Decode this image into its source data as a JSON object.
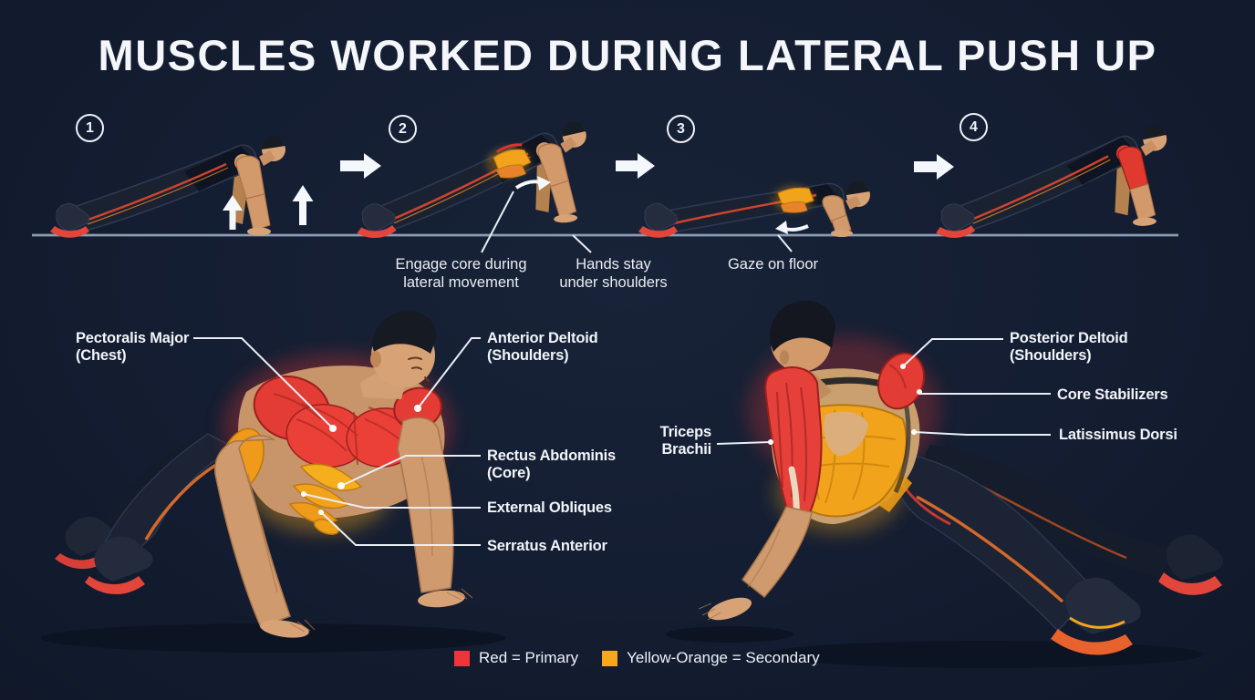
{
  "title": "MUSCLES WORKED DURING LATERAL PUSH UP",
  "steps": {
    "items": [
      {
        "number": "1",
        "figure": "plank-high-position-pressing-up"
      },
      {
        "number": "2",
        "figure": "plank-core-engaged-lateral-shift-right"
      },
      {
        "number": "3",
        "figure": "pushup-low-position-lateral-shift-left"
      },
      {
        "number": "4",
        "figure": "plank-high-position-arm-loaded"
      }
    ]
  },
  "form_cues": [
    {
      "text": "Engage core during\nlateral movement"
    },
    {
      "text": "Hands stay\nunder shoulders"
    },
    {
      "text": "Gaze on floor"
    }
  ],
  "front_figure": {
    "name": "front-view push-up anatomy",
    "labels": [
      {
        "id": "pectoralis-major",
        "text": "Pectoralis Major\n(Chest)"
      },
      {
        "id": "anterior-deltoid",
        "text": "Anterior Deltoid\n(Shoulders)"
      },
      {
        "id": "rectus-abdominis",
        "text": "Rectus Abdominis\n(Core)"
      },
      {
        "id": "external-obliques",
        "text": "External Obliques"
      },
      {
        "id": "serratus-anterior",
        "text": "Serratus Anterior"
      }
    ]
  },
  "back_figure": {
    "name": "back-view push-up anatomy",
    "labels": [
      {
        "id": "posterior-deltoid",
        "text": "Posterior Deltoid\n(Shoulders)"
      },
      {
        "id": "core-stabilizers",
        "text": "Core Stabilizers"
      },
      {
        "id": "latissimus-dorsi",
        "text": "Latissimus Dorsi"
      },
      {
        "id": "triceps-brachii",
        "text": "Triceps\nBrachii"
      }
    ]
  },
  "legend": {
    "items": [
      {
        "swatch": "#f0343c",
        "label": "Red = Primary"
      },
      {
        "swatch": "#f6a71b",
        "label": "Yellow-Orange = Secondary"
      }
    ]
  },
  "colors": {
    "background": "#141d31",
    "primary_red": "#e23c35",
    "secondary_orange": "#f2a31c",
    "floor_line": "#8d9cb2",
    "text": "#f1f4f9"
  }
}
